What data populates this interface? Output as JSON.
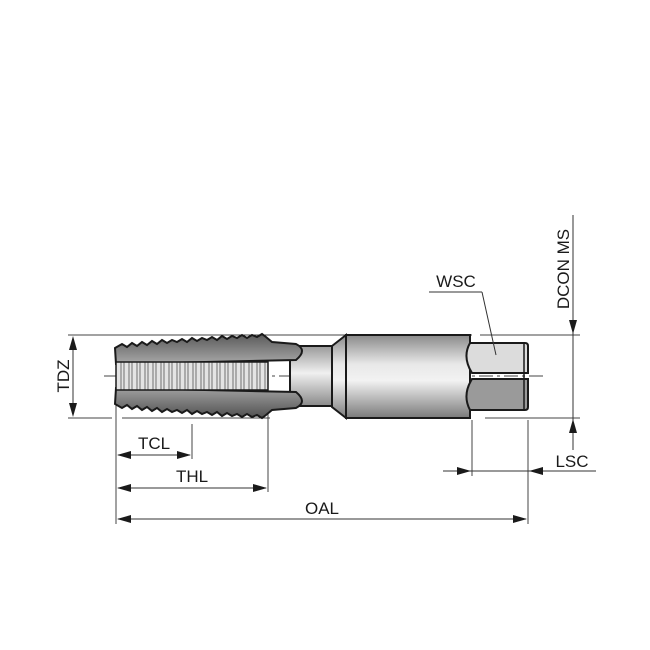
{
  "diagram": {
    "type": "technical-drawing",
    "subject": "pipe thread tap",
    "colors": {
      "outline": "#1a1a1a",
      "dimension_line": "#333333",
      "body_light": "#e6e6e6",
      "body_mid": "#b0b0b0",
      "body_dark": "#6e6e6e",
      "square_light": "#dcdcdc",
      "square_dark": "#9a9a9a"
    },
    "labels": {
      "tdz": "TDZ",
      "tcl": "TCL",
      "thl": "THL",
      "oal": "OAL",
      "wsc": "WSC",
      "dcon_ms": "DCON MS",
      "lsc": "LSC"
    }
  }
}
